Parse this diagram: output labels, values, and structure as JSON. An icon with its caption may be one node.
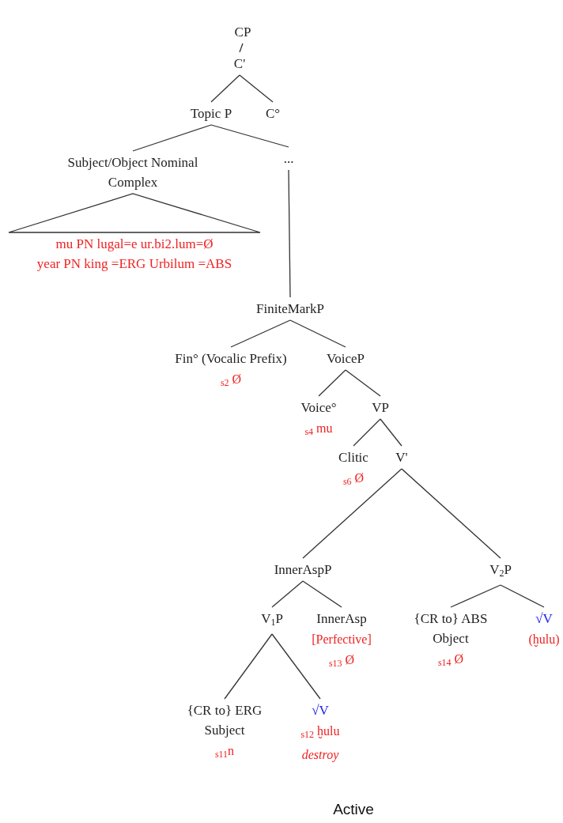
{
  "diagram": {
    "caption": "Active",
    "nodes": [
      {
        "text": [
          "CP"
        ]
      },
      {
        "text": [
          "C'"
        ]
      },
      {
        "text": [
          "Topic P"
        ]
      },
      {
        "text": [
          "C°"
        ]
      },
      {
        "text": [
          "Subject/Object Nominal Complex"
        ]
      },
      {
        "text": [
          "..."
        ]
      },
      {
        "text": [
          "FiniteMarkP"
        ]
      },
      {
        "text": [
          "Fin° (Vocalic Prefix)"
        ],
        "beside": [
          "$_{s2}$ Ø"
        ]
      },
      {
        "text": [
          "VoiceP"
        ]
      },
      {
        "text": [
          "Voice°"
        ],
        "beside": [
          "$_{s4}$ mu"
        ]
      },
      {
        "text": [
          "VP"
        ]
      },
      {
        "text": [
          "Clitic"
        ],
        "beside": [
          "$_{s6}$ Ø"
        ]
      },
      {
        "text": [
          "V'"
        ]
      },
      {
        "text": [
          "InnerAspP"
        ]
      },
      {
        "text": [
          "V$_{2}$P"
        ]
      },
      {
        "text": [
          "V$_{1}$P"
        ]
      },
      {
        "text": [
          "InnerAsp"
        ],
        "beside": [
          "[Perfective]",
          "$_{s13}$ Ø"
        ]
      },
      {
        "text": [
          "{CR to} ABS Object"
        ],
        "beside": [
          "$_{s14}$ Ø"
        ]
      },
      {
        "text": [
          "√V"
        ],
        "beside": [
          "(ḫulu)"
        ]
      },
      {
        "text": [
          "{CR to} ERG Subject"
        ],
        "beside": [
          "$_{s11}$n"
        ]
      },
      {
        "text": [
          "√V"
        ],
        "beside": [
          "$_{s12}$ ḫulu",
          "*destroy*"
        ]
      },
      {
        "text": [
          "mu PN lugal=e ur.bi2.lum=Ø",
          "year PN king =ERG Urbilum =ABS"
        ]
      }
    ],
    "edges": [
      {
        "from": 0,
        "to": 1,
        "arrow": "none"
      },
      {
        "from": 1,
        "to": 2,
        "arrow": "none"
      },
      {
        "from": 1,
        "to": 3,
        "arrow": "none"
      },
      {
        "from": 2,
        "to": 4,
        "arrow": "none"
      },
      {
        "from": 2,
        "to": 5,
        "arrow": "none"
      },
      {
        "from": 4,
        "to": 21,
        "arrow": "none"
      },
      {
        "from": 5,
        "to": 6,
        "arrow": "none"
      },
      {
        "from": 6,
        "to": 7,
        "arrow": "none"
      },
      {
        "from": 6,
        "to": 8,
        "arrow": "none"
      },
      {
        "from": 8,
        "to": 9,
        "arrow": "none"
      },
      {
        "from": 8,
        "to": 10,
        "arrow": "none"
      },
      {
        "from": 10,
        "to": 11,
        "arrow": "none"
      },
      {
        "from": 10,
        "to": 12,
        "arrow": "none"
      },
      {
        "from": 12,
        "to": 13,
        "arrow": "none"
      },
      {
        "from": 12,
        "to": 14,
        "arrow": "none"
      },
      {
        "from": 13,
        "to": 15,
        "arrow": "none"
      },
      {
        "from": 13,
        "to": 16,
        "arrow": "none"
      },
      {
        "from": 14,
        "to": 17,
        "arrow": "none"
      },
      {
        "from": 14,
        "to": 18,
        "arrow": "none"
      },
      {
        "from": 15,
        "to": 19,
        "arrow": "none"
      },
      {
        "from": 15,
        "to": 20,
        "arrow": "none"
      }
    ]
  }
}
